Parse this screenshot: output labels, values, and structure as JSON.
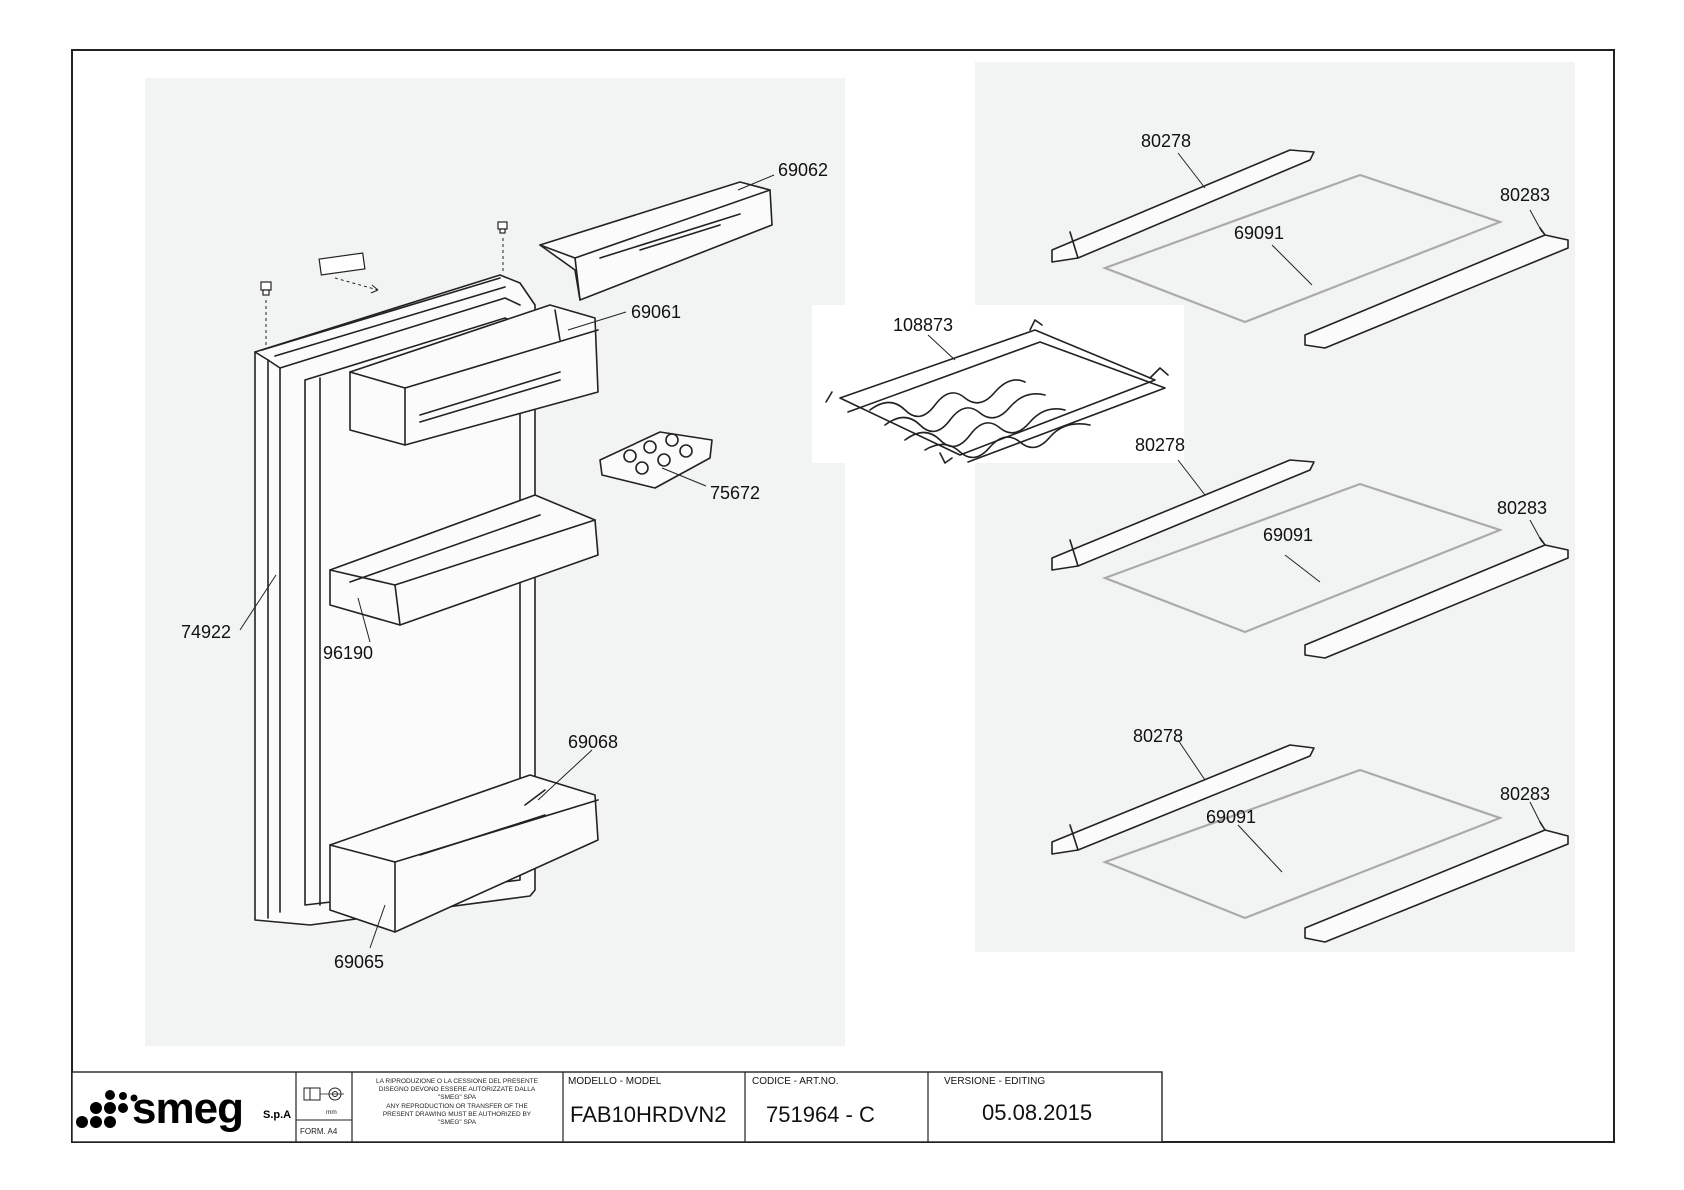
{
  "parts": {
    "p69062": "69062",
    "p69061": "69061",
    "p75672": "75672",
    "p74922": "74922",
    "p96190": "96190",
    "p69068": "69068",
    "p69065": "69065",
    "p108873": "108873",
    "shelf1": {
      "rail": "80278",
      "glass": "69091",
      "clip": "80283"
    },
    "shelf2": {
      "rail": "80278",
      "glass": "69091",
      "clip": "80283"
    },
    "shelf3": {
      "rail": "80278",
      "glass": "69091",
      "clip": "80283"
    }
  },
  "title_block": {
    "logo": "smeg",
    "logo_suffix": "S.p.A",
    "format": "FORM. A4",
    "unit": "mm",
    "notice_it": [
      "LA RIPRODUZIONE O LA CESSIONE DEL PRESENTE",
      "DISEGNO DEVONO ESSERE AUTORIZZATE DALLA",
      "\"SMEG\" SPA"
    ],
    "notice_en": [
      "ANY REPRODUCTION OR TRANSFER OF THE",
      "PRESENT DRAWING MUST BE AUTHORIZED BY",
      "\"SMEG\" SPA"
    ],
    "model_label": "MODELLO - MODEL",
    "model_value": "FAB10HRDVN2",
    "code_label": "CODICE - ART.NO.",
    "code_value": "751964 - C",
    "version_label": "VERSIONE - EDITING",
    "version_value": "05.08.2015"
  }
}
